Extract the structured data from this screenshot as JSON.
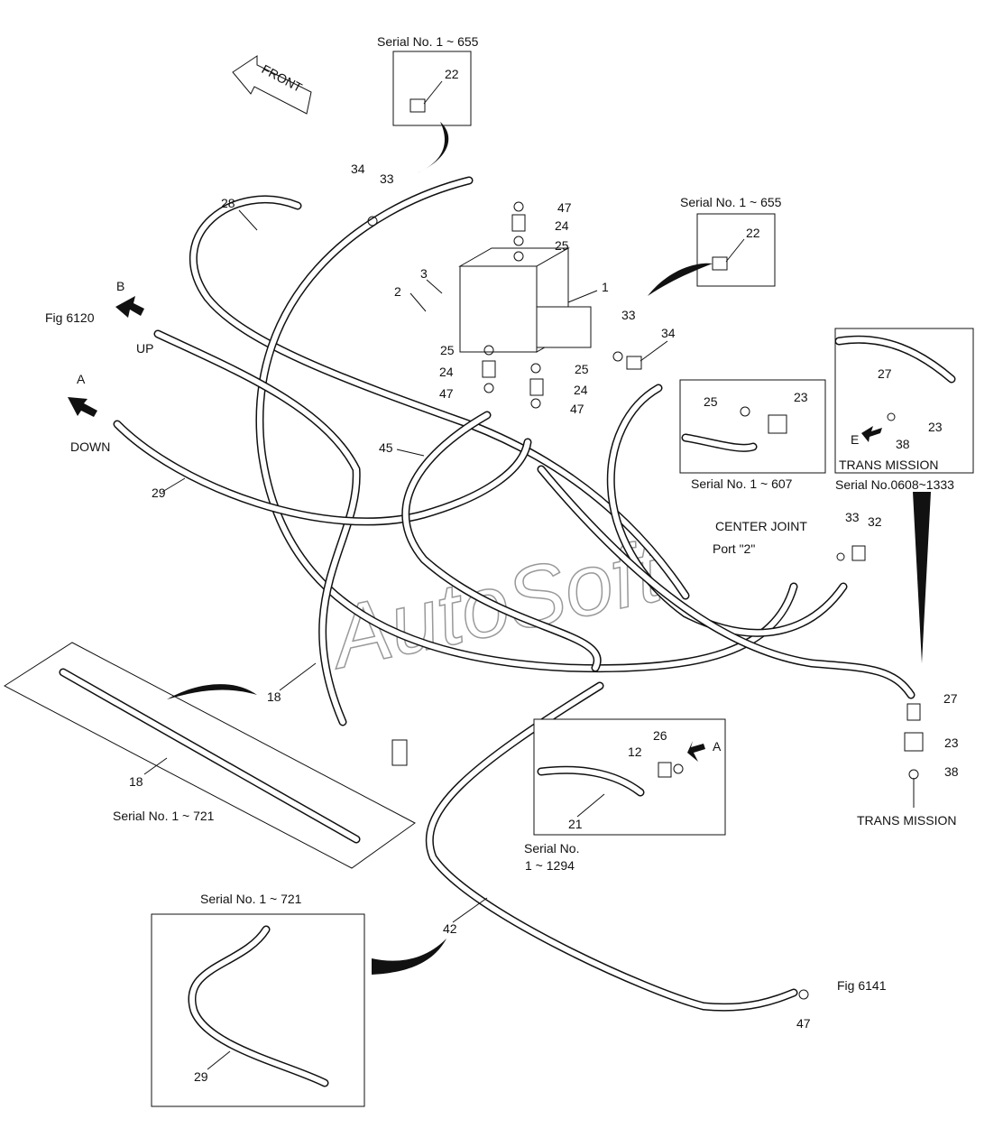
{
  "watermark": "AutoSoft",
  "insets": {
    "top_serial": "Serial No. 1 ~ 655",
    "right_serial": "Serial No. 1 ~ 655",
    "tee_serial": "Serial No. 1 ~ 607",
    "trans_title": "TRANS MISSION",
    "trans_serial": "Serial No.0608~1333",
    "hose18_serial": "Serial No. 1 ~ 721",
    "hose29_serial": "Serial No. 1 ~ 721",
    "hose21_serial_line1": "Serial No.",
    "hose21_serial_line2": "1 ~ 1294"
  },
  "annotations": {
    "front": "FRONT",
    "b": "B",
    "fig_6120": "Fig 6120",
    "up": "UP",
    "a": "A",
    "down": "DOWN",
    "e": "E",
    "center_joint": "CENTER JOINT",
    "port_2": "Port \"2\"",
    "trans_mission": "TRANS MISSION",
    "a2": "A",
    "fig_6141": "Fig 6141"
  },
  "part_numbers": [
    "22",
    "34",
    "33",
    "28",
    "47",
    "24",
    "25",
    "22",
    "3",
    "2",
    "1",
    "25",
    "24",
    "47",
    "25",
    "24",
    "47",
    "33",
    "34",
    "27",
    "23",
    "38",
    "25",
    "23",
    "45",
    "29",
    "33",
    "32",
    "18",
    "27",
    "23",
    "38",
    "26",
    "12",
    "21",
    "18",
    "42",
    "47",
    "29"
  ]
}
